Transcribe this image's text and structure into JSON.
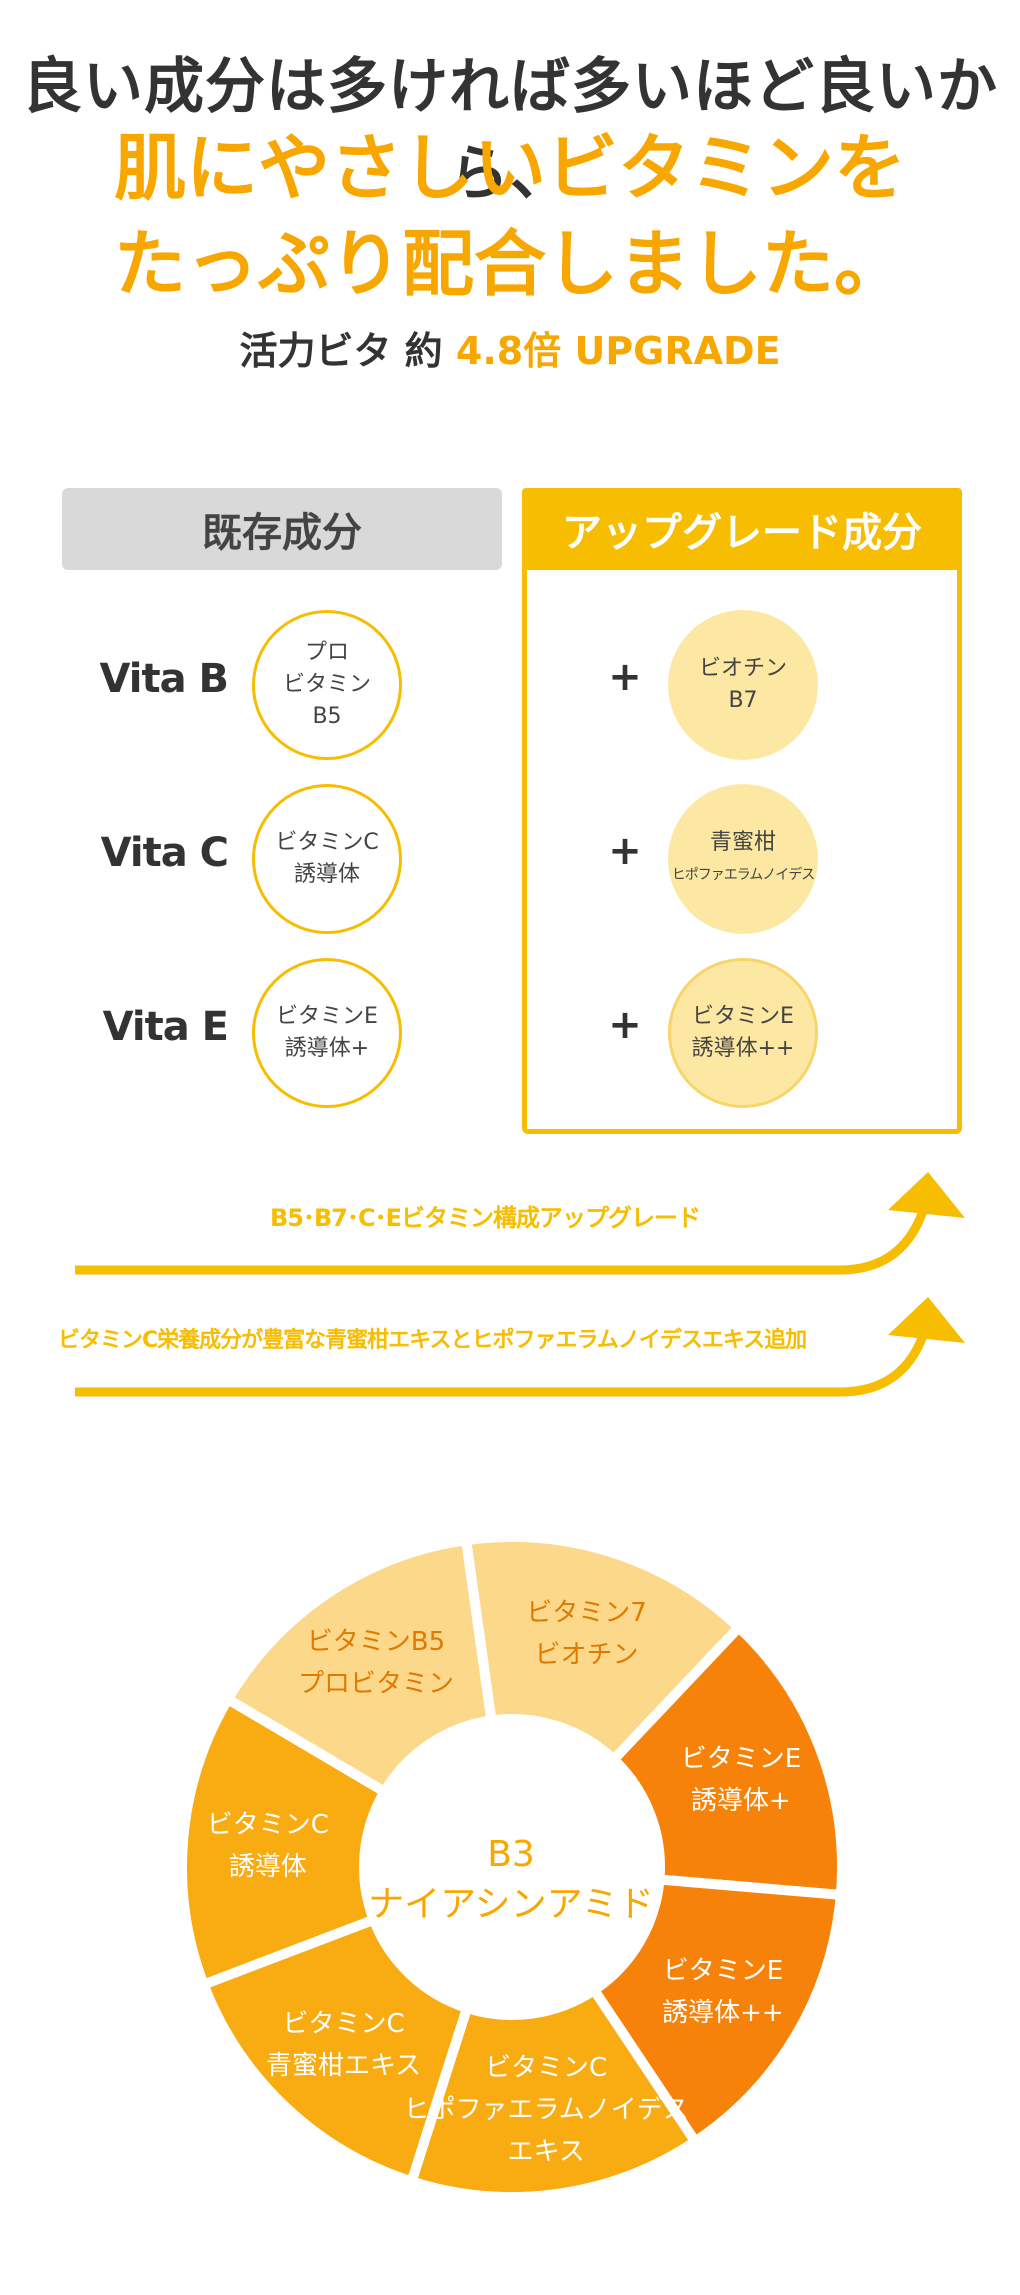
{
  "headline": {
    "line1": "良い成分は多ければ多いほど良いから、",
    "line2": "肌にやさしいビタミンを",
    "line3": "たっぷり配合しました。",
    "sub_prefix": "活力ビタ 約 ",
    "sub_highlight": "4.8倍 UPGRADE"
  },
  "compare": {
    "left_header": "既存成分",
    "right_header": "アップグレード成分",
    "plus": "+",
    "rows": [
      {
        "vita": "Vita B",
        "old": [
          "プロ",
          "ビタミン",
          "B5"
        ],
        "new": [
          "ビオチン",
          "B7"
        ]
      },
      {
        "vita": "Vita C",
        "old": [
          "ビタミンC",
          "誘導体"
        ],
        "new": [
          "青蜜柑",
          "ヒポファエラムノイデス"
        ]
      },
      {
        "vita": "Vita E",
        "old": [
          "ビタミンE",
          "誘導体+"
        ],
        "new": [
          "ビタミンE",
          "誘導体++"
        ]
      }
    ]
  },
  "arrows": {
    "label1": "B5･B7･C･Eビタミン構成アップグレード",
    "label2": "ビタミンC栄養成分が豊富な青蜜柑エキスとヒポファエラムノイデスエキス追加",
    "color": "#f7bd00"
  },
  "donut": {
    "center": [
      "B3",
      "ナイアシンアミド"
    ],
    "segments": [
      {
        "lines": [
          "ビタミン7",
          "ビオチン"
        ],
        "fill": "#fcd98a",
        "text": "#e07a00"
      },
      {
        "lines": [
          "ビタミンE",
          "誘導体+"
        ],
        "fill": "#f7820a",
        "text": "#ffffff"
      },
      {
        "lines": [
          "ビタミンE",
          "誘導体++"
        ],
        "fill": "#f7820a",
        "text": "#ffffff"
      },
      {
        "lines": [
          "ビタミンC",
          "ヒポファエラムノイデス",
          "エキス"
        ],
        "fill": "#f9ab12",
        "text": "#ffffff"
      },
      {
        "lines": [
          "ビタミンC",
          "青蜜柑エキス"
        ],
        "fill": "#f9ab12",
        "text": "#ffffff"
      },
      {
        "lines": [
          "ビタミンC",
          "誘導体"
        ],
        "fill": "#f9ab12",
        "text": "#ffffff"
      },
      {
        "lines": [
          "ビタミンB5",
          "プロビタミン"
        ],
        "fill": "#fcd98a",
        "text": "#e07a00"
      }
    ]
  }
}
